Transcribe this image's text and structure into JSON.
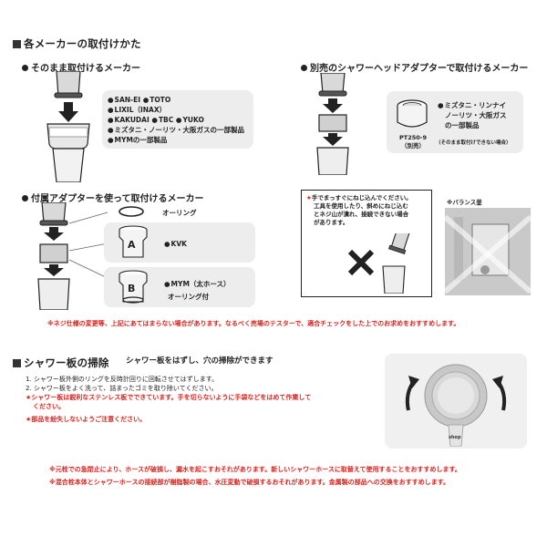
{
  "section1": {
    "title": "各メーカーの取付けかた"
  },
  "group_direct": {
    "title": "そのまま取付けるメーカー",
    "makers": [
      "SAN-EI",
      "TOTO",
      "LIXIL（INAX）",
      "KAKUDAI",
      "TBC",
      "YUKO",
      "ミズタニ・ノーリツ・大阪ガスの一部製品",
      "MYMの一部製品"
    ]
  },
  "group_adapter_separate": {
    "title": "別売のシャワーヘッドアダプターで取付けるメーカー",
    "part_no": "PT250-9",
    "part_note": "（別売）",
    "makers_line1": "ミズタニ・リンナイ",
    "makers_line2": "ノーリツ・大阪ガス",
    "makers_line3": "の一部製品",
    "makers_note": "（そのまま取付けできない場合）"
  },
  "group_adapter_included": {
    "title": "付属アダプターを使って取付けるメーカー",
    "oring_label": "オーリング",
    "adapter_a": "A",
    "adapter_a_maker": "KVK",
    "adapter_b": "B",
    "adapter_b_maker": "MYM（太ホース）",
    "adapter_b_note": "オーリング付"
  },
  "caution_box": {
    "line1": "手でまっすぐにねじ込んでください。",
    "line2": "工具を使用したり、斜めにねじ込む",
    "line3": "とネジ山が潰れ、接続できない場合",
    "line4": "があります。",
    "balance_label": "※バランス釜"
  },
  "warning_thread": "※ネジ仕様の変更等、上記にあてはまらない場合があります。なるべく売場のテスターで、適合チェックをした上でのお求めをおすすめします。",
  "section2": {
    "title": "シャワー板の掃除",
    "subtitle": "シャワー板をはずし、穴の掃除ができます",
    "step1": "1. シャワー板外側のリングを反時計回りに回転させてはずします。",
    "step2": "2. シャワー板をよく洗って、詰まったゴミを取り除いてください。",
    "warn1a": "★シャワー板は鋭利なステンレス板でできています。手を切らないように手袋などをはめて作業して",
    "warn1b": "ください。",
    "warn2": "★部品を紛失しないようご注意ください。",
    "head_brand": "shop"
  },
  "footer": {
    "line1": "※元栓での急閉止により、ホースが破損し、漏水を起こすおそれがあります。新しいシャワーホースに取替えて使用することをおすすめします。",
    "line2": "※混合栓本体とシャワーホースの接続部が樹脂製の場合、水圧変動で破損するおそれがあります。金属製の部品への交換をおすすめします。"
  },
  "colors": {
    "accent_red": "#d8231f",
    "panel_gray": "#ededed"
  }
}
